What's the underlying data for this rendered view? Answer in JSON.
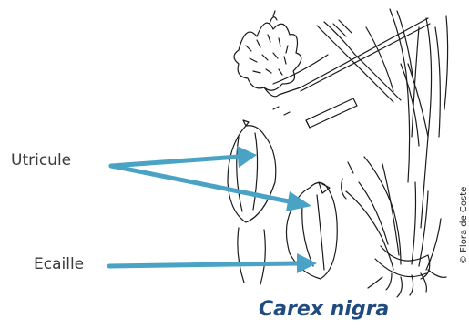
{
  "labels": {
    "utricule": "Utricule",
    "ecaille": "Ecaille"
  },
  "caption": "Carex nigra",
  "credit": "© Flora de Coste",
  "colors": {
    "arrow": "#4aa3c4",
    "caption": "#1f4b80",
    "ink": "#1a1a1a"
  }
}
